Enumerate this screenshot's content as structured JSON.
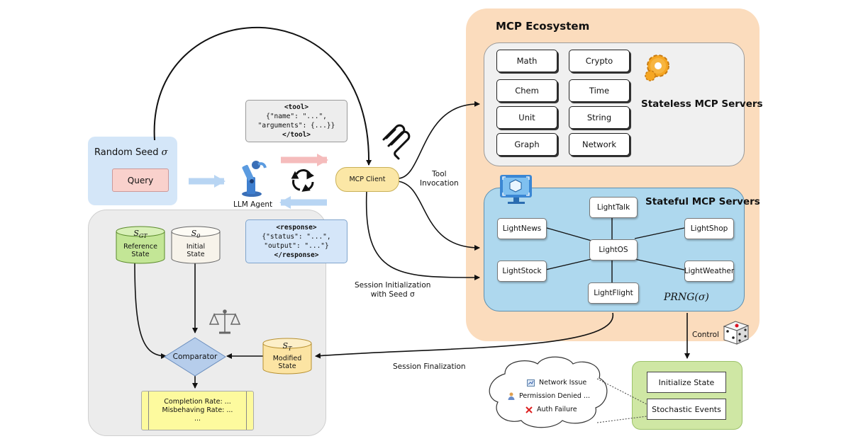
{
  "random_seed": {
    "title": "Random Seed",
    "symbol": "σ",
    "query_label": "Query"
  },
  "llm_agent": {
    "label": "LLM Agent"
  },
  "tool_call": {
    "lines": [
      "<tool>",
      "{\"name\": \"...\",",
      "\"arguments\": {...}}",
      "</tool>"
    ]
  },
  "tool_response": {
    "lines": [
      "<response>",
      "{\"status\": \"...\",",
      "\"output\": \"...\"}",
      "</response>"
    ]
  },
  "mcp_client": {
    "label": "MCP Client"
  },
  "edges": {
    "tool_invocation": [
      "Tool",
      "Invocation"
    ],
    "session_init": [
      "Session Initialization",
      "with Seed σ"
    ],
    "session_final": "Session Finalization",
    "control": "Control"
  },
  "ecosystem": {
    "title": "MCP Ecosystem",
    "stateless_title": "Stateless MCP Servers",
    "stateless_servers": [
      "Math",
      "Crypto",
      "Chem",
      "Time",
      "Unit",
      "String",
      "Graph",
      "Network"
    ],
    "stateful_title": "Stateful MCP Servers",
    "stateful_hub": "LightOS",
    "stateful_servers": [
      "LightTalk",
      "LightNews",
      "LightShop",
      "LightStock",
      "LightWeather",
      "LightFlight"
    ],
    "prng": "PRNG(σ)"
  },
  "evaluation": {
    "reference": {
      "symbol": "S",
      "sub": "GT",
      "label": [
        "Reference",
        "State"
      ]
    },
    "initial": {
      "symbol": "S",
      "sub": "0",
      "label": [
        "Initial",
        "State"
      ]
    },
    "modified": {
      "symbol": "S",
      "sub": "T",
      "label": [
        "Modified",
        "State"
      ]
    },
    "comparator": "Comparator",
    "results": [
      "Completion Rate: ...",
      "Misbehaving Rate: ...",
      "..."
    ]
  },
  "control": {
    "items": [
      "Initialize State",
      "Stochastic Events"
    ],
    "events": [
      "Network Issue",
      "Permission Denied ...",
      "Auth Failure"
    ]
  },
  "colors": {
    "ecosystem_bg": "#fbdcbd",
    "stateful_bg": "#aed8ee",
    "stateless_bg": "#f0f0f0",
    "seed_bg": "#d4e6f8",
    "query_bg": "#f9d1cc",
    "client_bg": "#fbe7a6",
    "reference_cyl": "#c3e696",
    "initial_cyl": "#f7f3ea",
    "modified_cyl": "#fce4a3",
    "comparator": "#b6cdeb",
    "results_bg": "#fdfa9e",
    "control_bg": "#cfe7a4"
  }
}
